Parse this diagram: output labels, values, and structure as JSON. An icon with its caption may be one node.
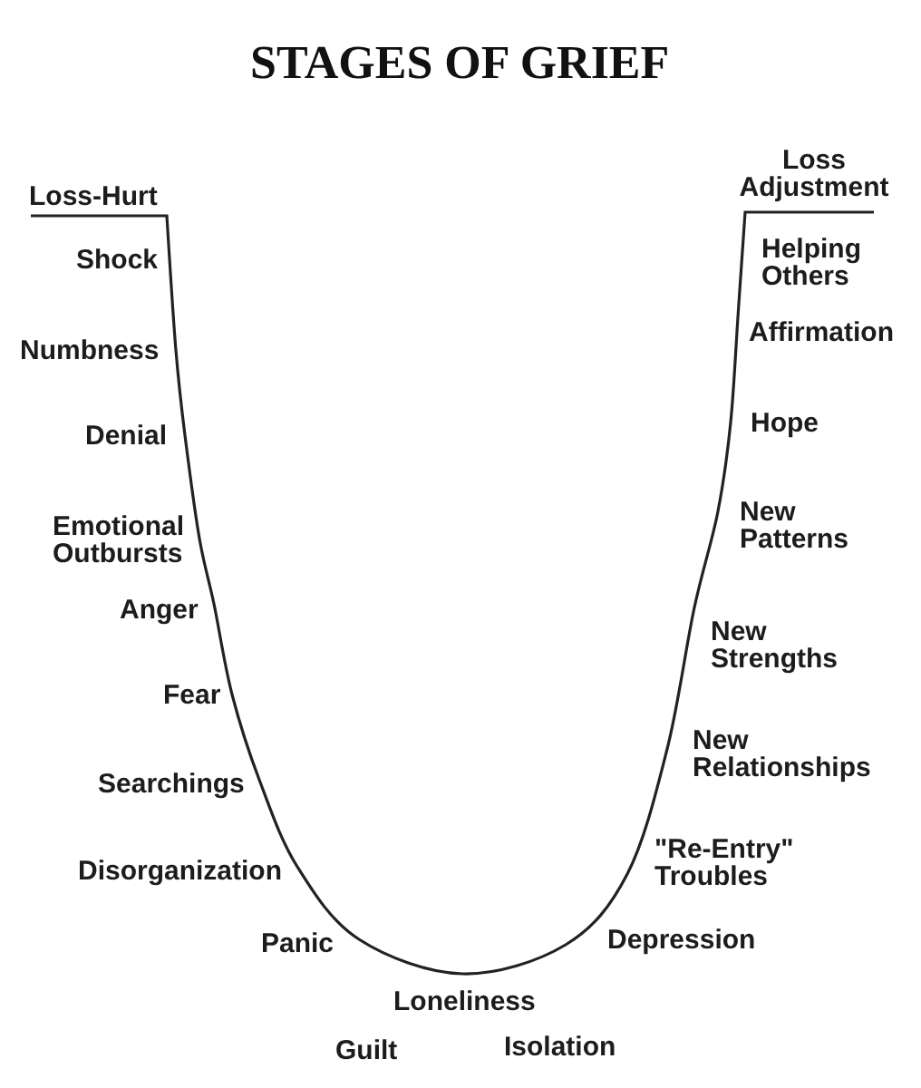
{
  "diagram": {
    "title": "STAGES OF GRIEF",
    "labels": [
      "Loss-Hurt",
      "Shock",
      "Numbness",
      "Denial",
      "Emotional Outbursts",
      "Anger",
      "Fear",
      "Searchings",
      "Disorganization",
      "Panic",
      "Loneliness",
      "Guilt",
      "Isolation",
      "Depression",
      "\"Re-Entry\" Troubles",
      "New Relationships",
      "New Strengths",
      "New Patterns",
      "Hope",
      "Affirmation",
      "Helping Others",
      "Loss Adjustment"
    ]
  }
}
